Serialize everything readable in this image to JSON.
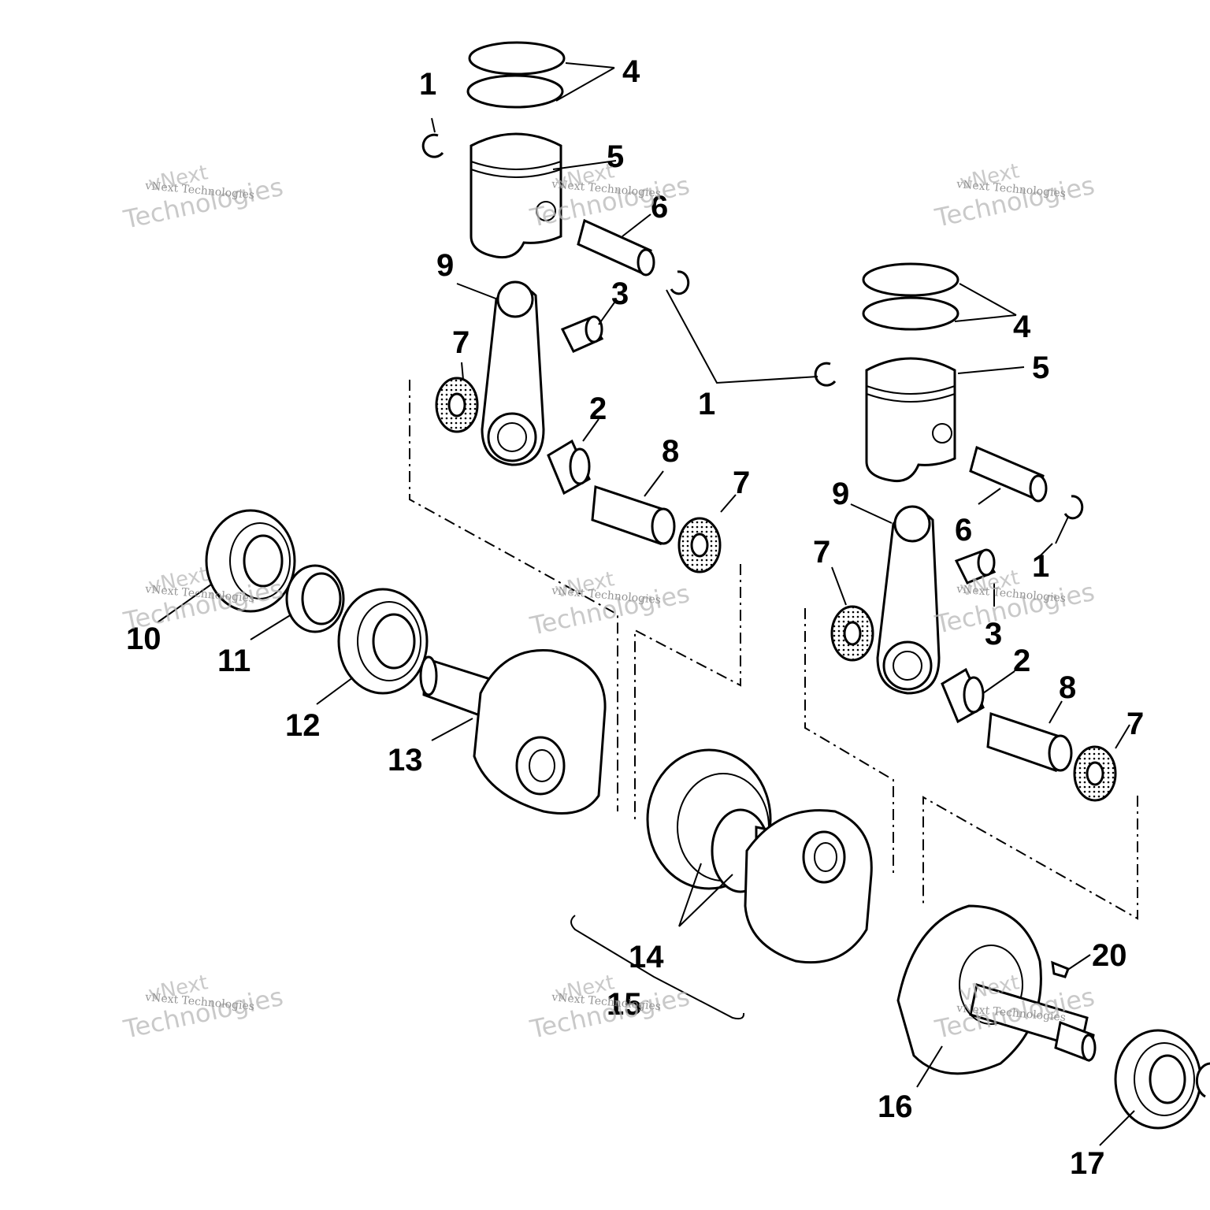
{
  "callouts": {
    "c1a": "1",
    "c1b": "1",
    "c1c": "1",
    "c2a": "2",
    "c2b": "2",
    "c3a": "3",
    "c3b": "3",
    "c4a": "4",
    "c4b": "4",
    "c5a": "5",
    "c5b": "5",
    "c6a": "6",
    "c6b": "6",
    "c7a": "7",
    "c7b": "7",
    "c7c": "7",
    "c7d": "7",
    "c8a": "8",
    "c8b": "8",
    "c9a": "9",
    "c9b": "9",
    "c10": "10",
    "c11": "11",
    "c12": "12",
    "c13": "13",
    "c14": "14",
    "c15": "15",
    "c16": "16",
    "c17": "17",
    "c20": "20"
  },
  "watermark": {
    "line1": "vNext",
    "line2": "Technologies",
    "small": "vNext Technologies"
  },
  "colors": {
    "ink": "#000000",
    "paper": "#ffffff",
    "watermark": "#b8b8b8"
  }
}
